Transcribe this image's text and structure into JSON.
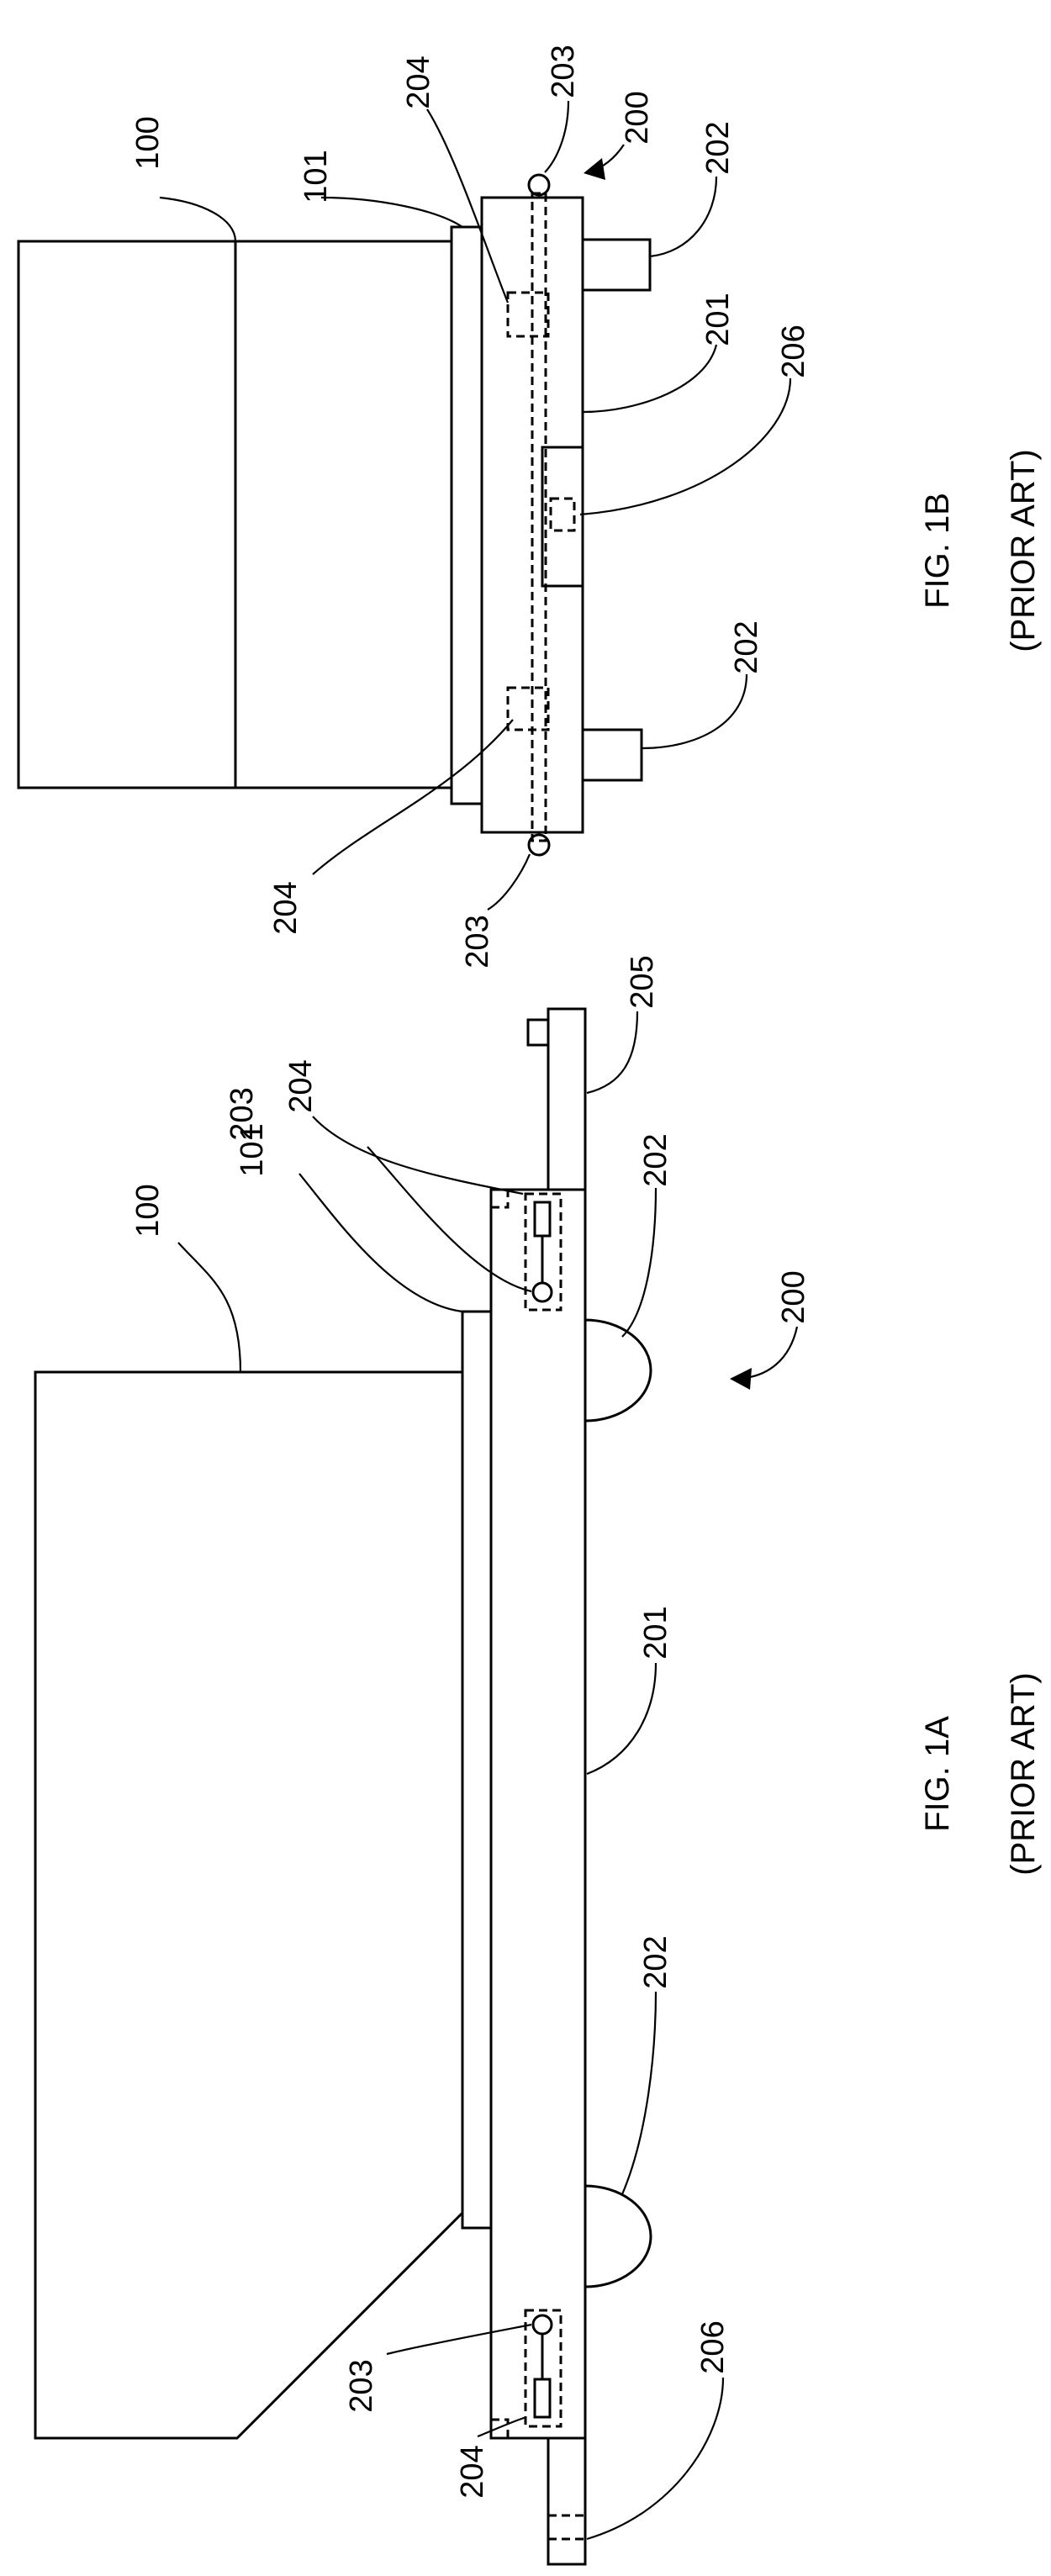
{
  "figures": [
    {
      "caption": "FIG. 1A",
      "note": "(PRIOR ART)"
    },
    {
      "caption": "FIG. 1B",
      "note": "(PRIOR ART)"
    }
  ],
  "fig1a_refs": {
    "r100": "100",
    "r101": "101",
    "r203a": "203",
    "r204a": "204",
    "r202a": "202",
    "r205": "205",
    "r200": "200",
    "r201": "201",
    "r202b": "202",
    "r203b": "203",
    "r204b": "204",
    "r206": "206"
  },
  "fig1b_refs": {
    "r100": "100",
    "r101": "101",
    "r204a": "204",
    "r203a": "203",
    "r200": "200",
    "r202a": "202",
    "r201": "201",
    "r206": "206",
    "r202b": "202",
    "r204b": "204",
    "r203b": "203"
  }
}
